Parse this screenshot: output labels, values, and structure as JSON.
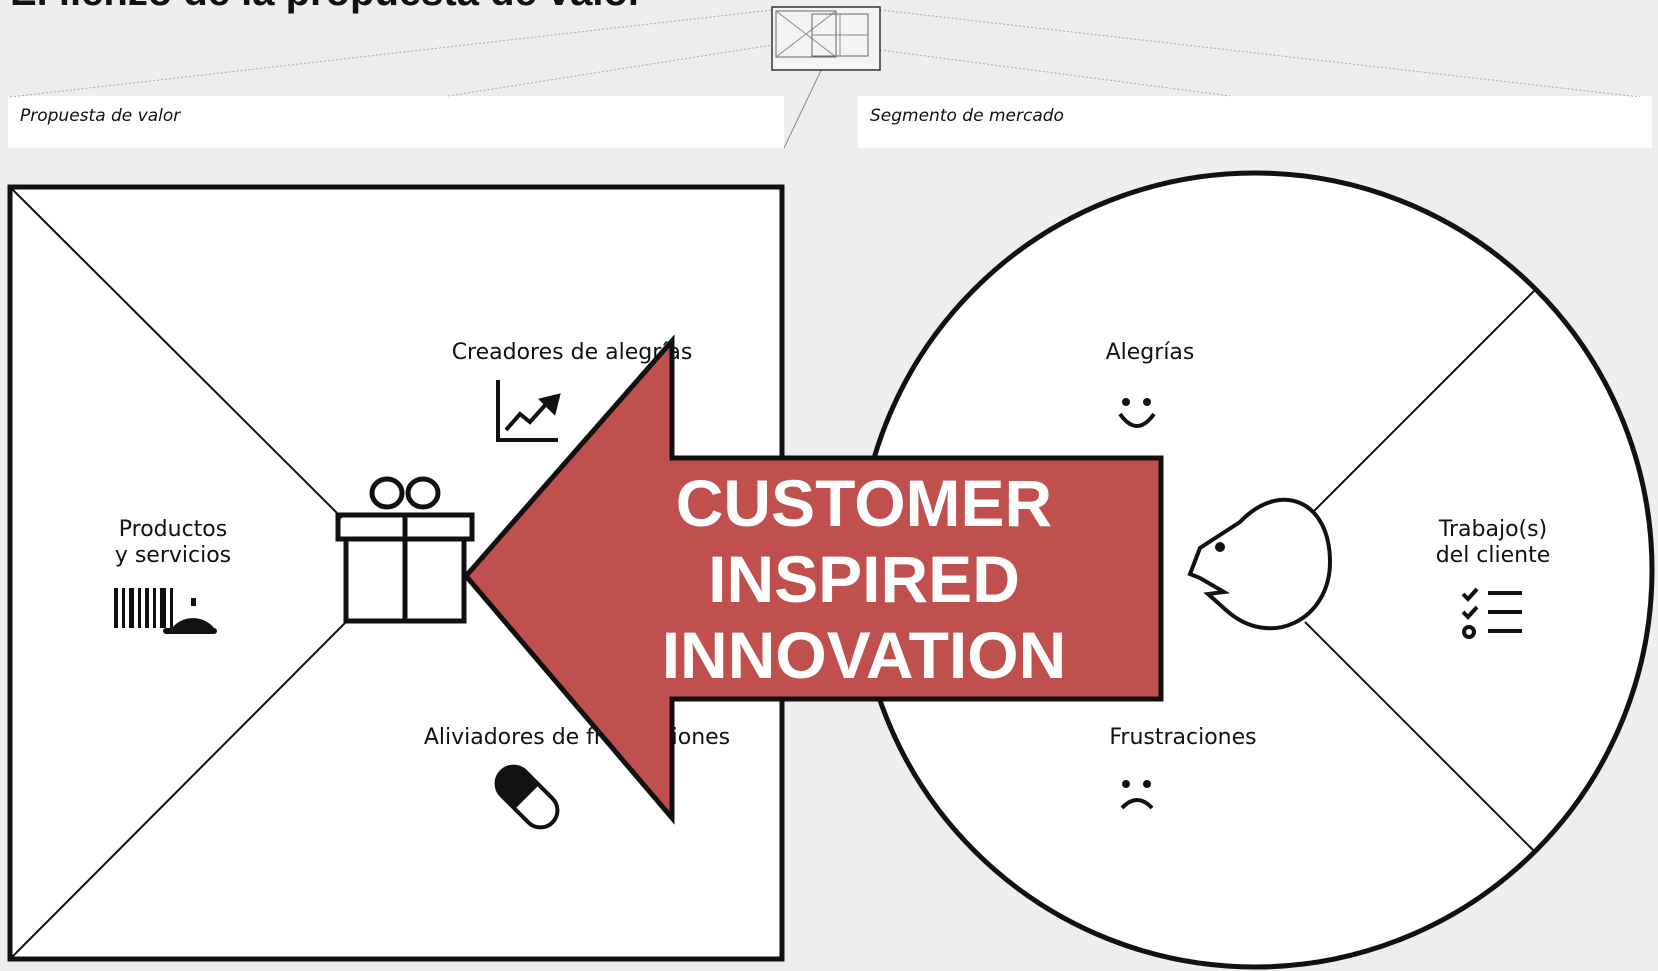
{
  "title": "El lienzo de la propuesta de valor",
  "fields": {
    "value_proposition": "Propuesta de valor",
    "customer_segment": "Segmento de mercado"
  },
  "value_map": {
    "gain_creators": "Creadores de alegrías",
    "products_services_line1": "Productos",
    "products_services_line2": "y servicios",
    "pain_relievers": "Aliviadores de frustraciones"
  },
  "customer_profile": {
    "gains": "Alegrías",
    "customer_jobs_line1": "Trabajo(s)",
    "customer_jobs_line2": "del cliente",
    "pains": "Frustraciones"
  },
  "overlay": {
    "line1": "CUSTOMER",
    "line2": "INSPIRED",
    "line3": "INNOVATION",
    "arrow_fill": "#c0504d",
    "arrow_stroke": "#111111",
    "text_color": "#ffffff"
  },
  "icons": {
    "gift": "gift-icon",
    "growth_chart": "growth-chart-icon",
    "barcode_cloche": "barcode-cloche-icon",
    "pill": "pill-icon",
    "smile": "smile-icon",
    "frown": "frown-icon",
    "checklist": "checklist-icon",
    "face": "customer-face-icon"
  }
}
